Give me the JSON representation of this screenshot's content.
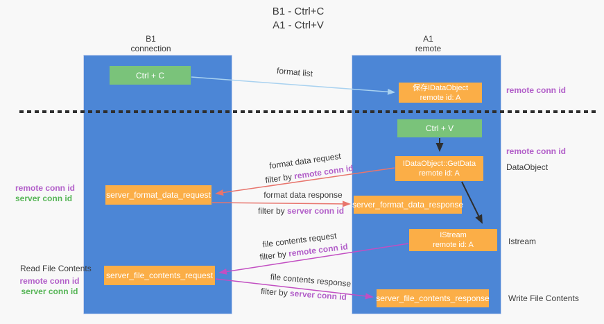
{
  "title": {
    "line1": "B1 - Ctrl+C",
    "line2": "A1 - Ctrl+V"
  },
  "lanes": {
    "left": {
      "name": "B1",
      "subtitle": "connection"
    },
    "right": {
      "name": "A1",
      "subtitle": "remote"
    }
  },
  "boxes": {
    "ctrl_c": {
      "label": "Ctrl + C"
    },
    "ctrl_v": {
      "label": "Ctrl + V"
    },
    "save_dataobject": {
      "line1": "保存IDataObject",
      "line2": "remote id: A"
    },
    "getdata": {
      "line1": "IDataObject::GetData",
      "line2": "remote id: A"
    },
    "istream": {
      "line1": "IStream",
      "line2": "remote id: A"
    },
    "format_request": {
      "label": "server_format_data_request"
    },
    "format_response": {
      "label": "server_format_data_response"
    },
    "file_request": {
      "label": "server_file_contents_request"
    },
    "file_response": {
      "label": "server_file_contents_response"
    }
  },
  "arrow_labels": {
    "format_list": "format list",
    "format_data_request": "format data request",
    "format_data_request_filter_prefix": "filter by ",
    "format_data_request_filter_key": "remote conn id",
    "format_data_response": "format data response",
    "format_data_response_filter_prefix": "filter by ",
    "format_data_response_filter_key": "server conn id",
    "file_contents_request": "file contents request",
    "file_contents_request_filter_prefix": "filter by ",
    "file_contents_request_filter_key": "remote conn id",
    "file_contents_response": "file contents response",
    "file_contents_response_filter_prefix": "filter by ",
    "file_contents_response_filter_key": "server conn id"
  },
  "annotations": {
    "right_top_remote_conn": "remote conn id",
    "right_mid_remote_conn": "remote conn id",
    "dataobject": "DataObject",
    "istream": "Istream",
    "write_file_contents": "Write File Contents",
    "left_mid_remote_conn": "remote conn id",
    "left_mid_server_conn": "server conn id",
    "read_file_contents": "Read File Contents",
    "left_bottom_remote_conn": "remote conn id",
    "left_bottom_server_conn": "server conn id"
  },
  "colors": {
    "lane_blue": "#4c86d6",
    "box_green": "#7ac37a",
    "box_orange": "#fbae47",
    "purple_text": "#b25fc9",
    "green_text": "#56b556",
    "salmon_arrow": "#e8756d",
    "magenta_arrow": "#c24fc2",
    "light_blue_arrow": "#a9d2f0",
    "black_arrow": "#2e2e2e",
    "dark_text": "#3a3a3a"
  }
}
